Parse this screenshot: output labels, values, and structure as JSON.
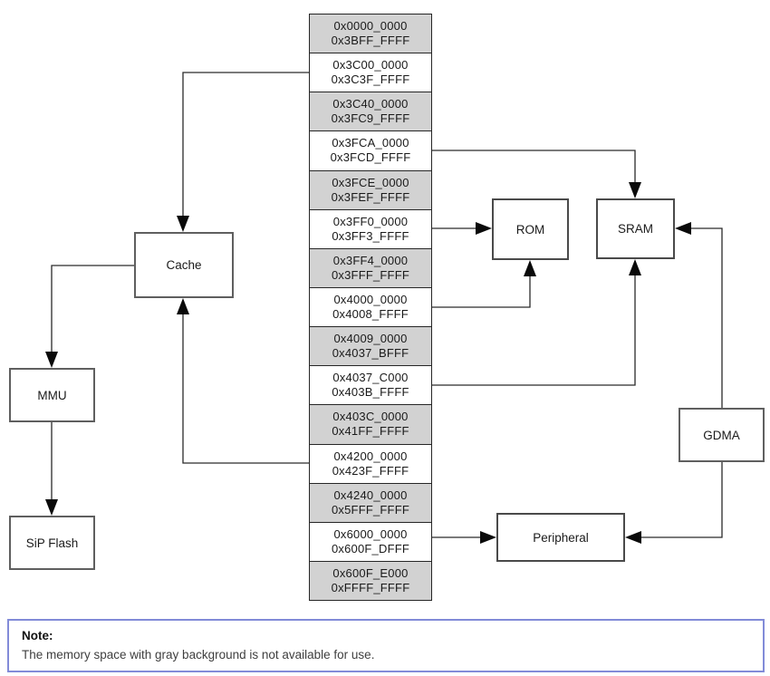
{
  "diagram": {
    "memory_regions": [
      {
        "start": "0x0000_0000",
        "end": "0x3BFF_FFFF",
        "unavailable": true
      },
      {
        "start": "0x3C00_0000",
        "end": "0x3C3F_FFFF",
        "unavailable": false
      },
      {
        "start": "0x3C40_0000",
        "end": "0x3FC9_FFFF",
        "unavailable": true
      },
      {
        "start": "0x3FCA_0000",
        "end": "0x3FCD_FFFF",
        "unavailable": false
      },
      {
        "start": "0x3FCE_0000",
        "end": "0x3FEF_FFFF",
        "unavailable": true
      },
      {
        "start": "0x3FF0_0000",
        "end": "0x3FF3_FFFF",
        "unavailable": false
      },
      {
        "start": "0x3FF4_0000",
        "end": "0x3FFF_FFFF",
        "unavailable": true
      },
      {
        "start": "0x4000_0000",
        "end": "0x4008_FFFF",
        "unavailable": false
      },
      {
        "start": "0x4009_0000",
        "end": "0x4037_BFFF",
        "unavailable": true
      },
      {
        "start": "0x4037_C000",
        "end": "0x403B_FFFF",
        "unavailable": false
      },
      {
        "start": "0x403C_0000",
        "end": "0x41FF_FFFF",
        "unavailable": true
      },
      {
        "start": "0x4200_0000",
        "end": "0x423F_FFFF",
        "unavailable": false
      },
      {
        "start": "0x4240_0000",
        "end": "0x5FFF_FFFF",
        "unavailable": true
      },
      {
        "start": "0x6000_0000",
        "end": "0x600F_DFFF",
        "unavailable": false
      },
      {
        "start": "0x600F_E000",
        "end": "0xFFFF_FFFF",
        "unavailable": true
      }
    ],
    "components": {
      "cache": "Cache",
      "mmu": "MMU",
      "sip_flash": "SiP Flash",
      "rom": "ROM",
      "sram": "SRAM",
      "gdma": "GDMA",
      "peripheral": "Peripheral"
    },
    "colors": {
      "unavailable_region_bg": "#d2d2d2",
      "note_border": "#828bd8",
      "line_color": "#2a2a2a"
    }
  },
  "note": {
    "title": "Note:",
    "text": "The memory space with gray background is not available for use."
  }
}
